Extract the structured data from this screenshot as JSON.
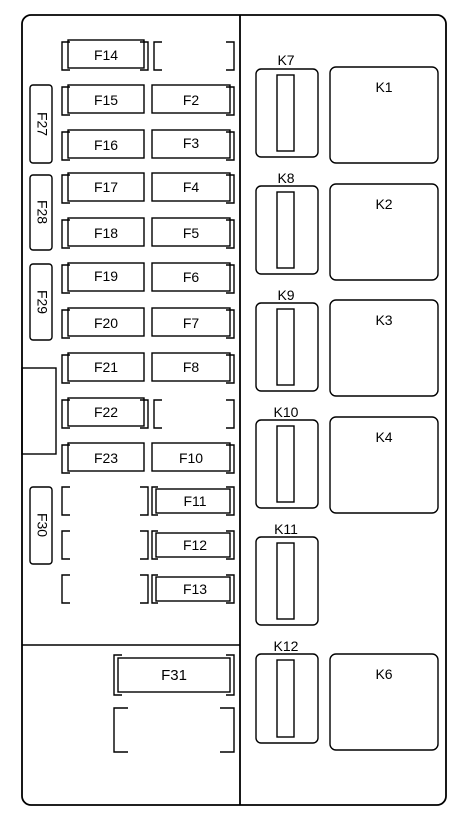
{
  "fuses": {
    "f14": "F14",
    "f15": "F15",
    "f2": "F2",
    "f16": "F16",
    "f3": "F3",
    "f17": "F17",
    "f4": "F4",
    "f18": "F18",
    "f5": "F5",
    "f19": "F19",
    "f6": "F6",
    "f20": "F20",
    "f7": "F7",
    "f21": "F21",
    "f8": "F8",
    "f22": "F22",
    "f23": "F23",
    "f10": "F10",
    "f11": "F11",
    "f12": "F12",
    "f13": "F13",
    "f31": "F31"
  },
  "vertical_fuses": {
    "f27": "F27",
    "f28": "F28",
    "f29": "F29",
    "f30": "F30"
  },
  "small_relays": {
    "k7": "K7",
    "k8": "K8",
    "k9": "K9",
    "k10": "K10",
    "k11": "K11",
    "k12": "K12"
  },
  "large_relays": {
    "k1": "K1",
    "k2": "K2",
    "k3": "K3",
    "k4": "K4",
    "k6": "K6"
  }
}
